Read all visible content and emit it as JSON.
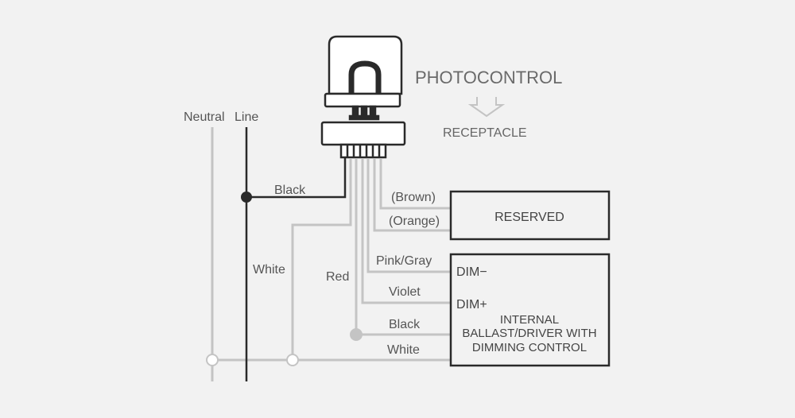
{
  "titles": {
    "photocontrol": "PHOTOCONTROL",
    "receptacle": "RECEPTACLE"
  },
  "mains": {
    "neutral": "Neutral",
    "line": "Line"
  },
  "wires": {
    "black_top": "Black",
    "white_left": "White",
    "red": "Red",
    "brown": "(Brown)",
    "orange": "(Orange)",
    "pink_gray": "Pink/Gray",
    "violet": "Violet",
    "black_bottom": "Black",
    "white_bottom": "White"
  },
  "reserved_box": {
    "label": "RESERVED"
  },
  "driver_box": {
    "dim_minus": "DIM−",
    "dim_plus": "DIM+",
    "line1": "INTERNAL",
    "line2": "BALLAST/DRIVER WITH",
    "line3": "DIMMING CONTROL"
  },
  "colors": {
    "background": "#f2f2f2",
    "dark_line": "#2a2a2a",
    "light_line": "#c4c4c4",
    "device_fill": "#ffffff"
  }
}
